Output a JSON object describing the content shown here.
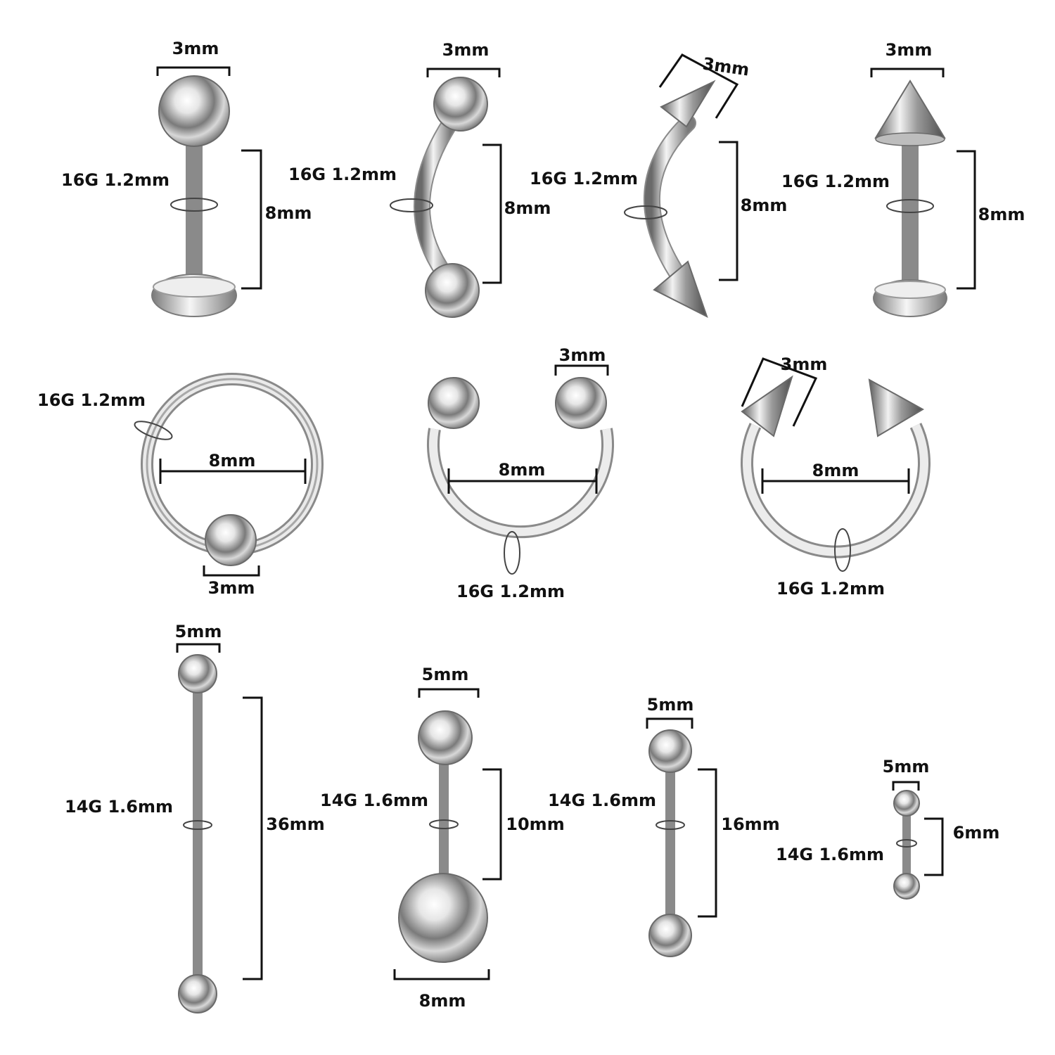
{
  "items": [
    {
      "name": "labret-ball",
      "head": "3mm",
      "gauge": "16G  1.2mm",
      "length": "8mm"
    },
    {
      "name": "curved-barbell-ball",
      "head": "3mm",
      "gauge": "16G  1.2mm",
      "length": "8mm"
    },
    {
      "name": "curved-barbell-spike",
      "head": "3mm",
      "gauge": "16G  1.2mm",
      "length": "8mm"
    },
    {
      "name": "labret-spike",
      "head": "3mm",
      "gauge": "16G  1.2mm",
      "length": "8mm"
    },
    {
      "name": "captive-bead-ring",
      "head": "3mm",
      "gauge": "16G  1.2mm",
      "length": "8mm"
    },
    {
      "name": "horseshoe-ball",
      "head": "3mm",
      "gauge": "16G  1.2mm",
      "length": "8mm"
    },
    {
      "name": "horseshoe-spike",
      "head": "3mm",
      "gauge": "16G  1.2mm",
      "length": "8mm"
    },
    {
      "name": "industrial-barbell",
      "head": "5mm",
      "gauge": "14G  1.6mm",
      "length": "36mm"
    },
    {
      "name": "belly-ring",
      "head": "5mm",
      "gauge": "14G  1.6mm",
      "length": "10mm",
      "bottom": "8mm"
    },
    {
      "name": "straight-barbell-16",
      "head": "5mm",
      "gauge": "14G  1.6mm",
      "length": "16mm"
    },
    {
      "name": "straight-barbell-6",
      "head": "5mm",
      "gauge": "14G  1.6mm",
      "length": "6mm"
    }
  ],
  "colors": {
    "metal_light": "#ffffff",
    "metal_mid": "#b8b8b8",
    "metal_dark": "#5a5a5a",
    "ink": "#111111"
  }
}
